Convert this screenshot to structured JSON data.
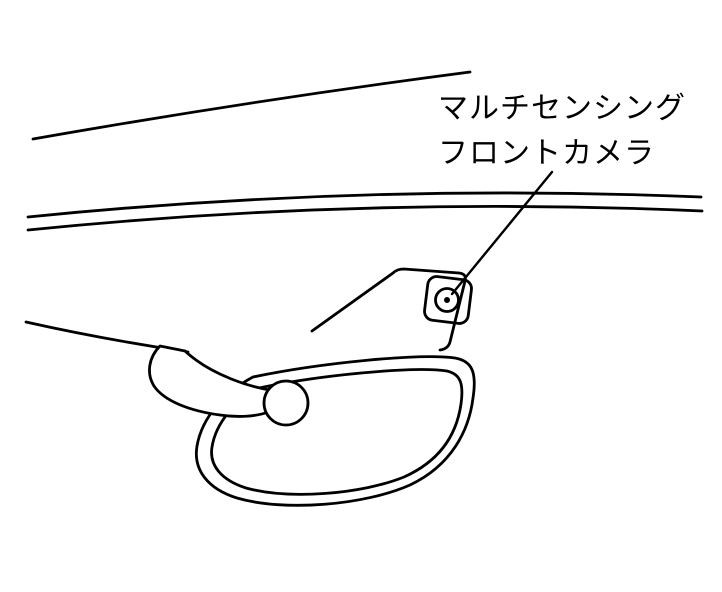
{
  "page": {
    "background": "#ffffff"
  },
  "diagram": {
    "label": {
      "line1": "マルチセンシング",
      "line2": "フロントカメラ"
    },
    "line_color": "#000000",
    "parts": [
      "roof-line",
      "windshield-trim-upper",
      "windshield-trim-lower",
      "headliner-edge",
      "camera-cover",
      "front-camera-housing",
      "front-camera-lens",
      "leader-line",
      "rearview-mirror",
      "mirror-arm",
      "mirror-pivot-ball"
    ]
  }
}
